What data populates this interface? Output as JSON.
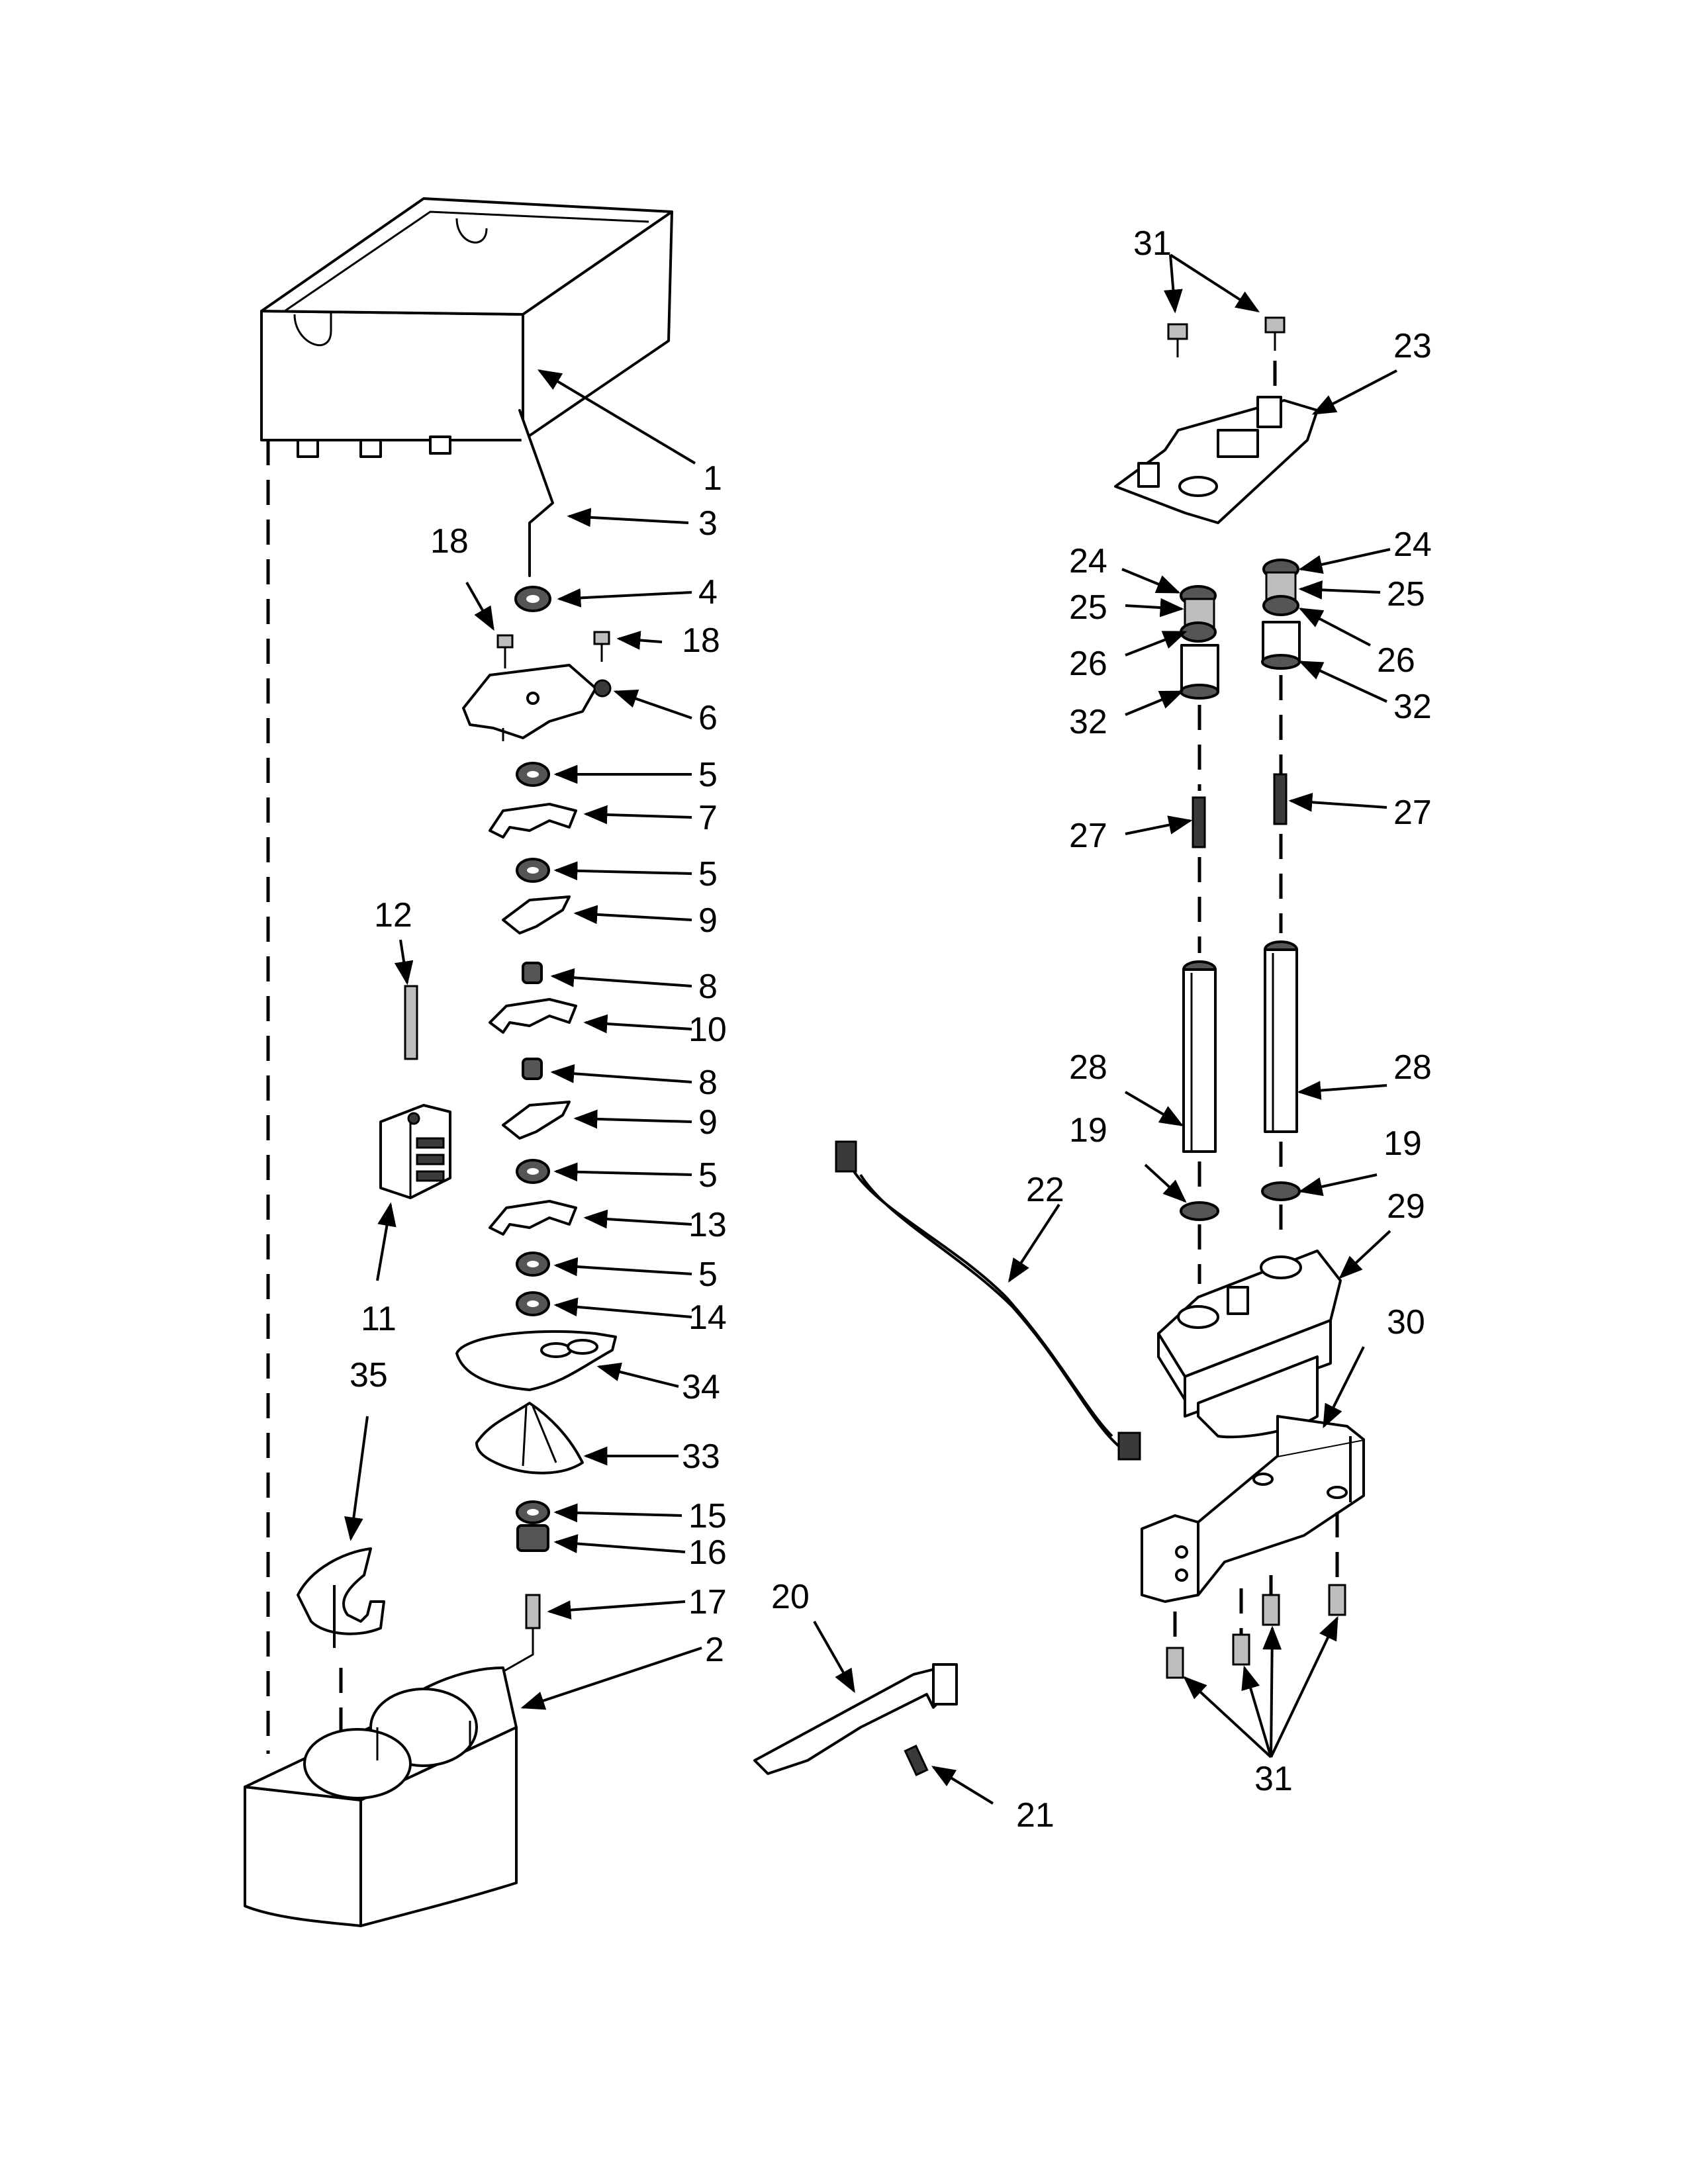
{
  "diagram": {
    "callouts": [
      {
        "id": "c1a",
        "label": "1"
      },
      {
        "id": "c3",
        "label": "3"
      },
      {
        "id": "c4",
        "label": "4"
      },
      {
        "id": "c18a",
        "label": "18"
      },
      {
        "id": "c18b",
        "label": "18"
      },
      {
        "id": "c6",
        "label": "6"
      },
      {
        "id": "c5a",
        "label": "5"
      },
      {
        "id": "c7",
        "label": "7"
      },
      {
        "id": "c5b",
        "label": "5"
      },
      {
        "id": "c9a",
        "label": "9"
      },
      {
        "id": "c8a",
        "label": "8"
      },
      {
        "id": "c10",
        "label": "10"
      },
      {
        "id": "c8b",
        "label": "8"
      },
      {
        "id": "c9b",
        "label": "9"
      },
      {
        "id": "c5c",
        "label": "5"
      },
      {
        "id": "c13",
        "label": "13"
      },
      {
        "id": "c5d",
        "label": "5"
      },
      {
        "id": "c14",
        "label": "14"
      },
      {
        "id": "c34",
        "label": "34"
      },
      {
        "id": "c33",
        "label": "33"
      },
      {
        "id": "c15",
        "label": "15"
      },
      {
        "id": "c16",
        "label": "16"
      },
      {
        "id": "c17",
        "label": "17"
      },
      {
        "id": "c2",
        "label": "2"
      },
      {
        "id": "c12",
        "label": "12"
      },
      {
        "id": "c11",
        "label": "11"
      },
      {
        "id": "c35",
        "label": "35"
      },
      {
        "id": "c20",
        "label": "20"
      },
      {
        "id": "c21",
        "label": "21"
      },
      {
        "id": "c31a",
        "label": "31"
      },
      {
        "id": "c23",
        "label": "23"
      },
      {
        "id": "c24a",
        "label": "24"
      },
      {
        "id": "c25a",
        "label": "25"
      },
      {
        "id": "c26a",
        "label": "26"
      },
      {
        "id": "c32a",
        "label": "32"
      },
      {
        "id": "c24b",
        "label": "24"
      },
      {
        "id": "c25b",
        "label": "25"
      },
      {
        "id": "c26b",
        "label": "26"
      },
      {
        "id": "c32b",
        "label": "32"
      },
      {
        "id": "c27a",
        "label": "27"
      },
      {
        "id": "c27b",
        "label": "27"
      },
      {
        "id": "c28a",
        "label": "28"
      },
      {
        "id": "c28b",
        "label": "28"
      },
      {
        "id": "c19a",
        "label": "19"
      },
      {
        "id": "c19b",
        "label": "19"
      },
      {
        "id": "c22",
        "label": "22"
      },
      {
        "id": "c29",
        "label": "29"
      },
      {
        "id": "c30",
        "label": "30"
      },
      {
        "id": "c31b",
        "label": "31"
      }
    ]
  }
}
